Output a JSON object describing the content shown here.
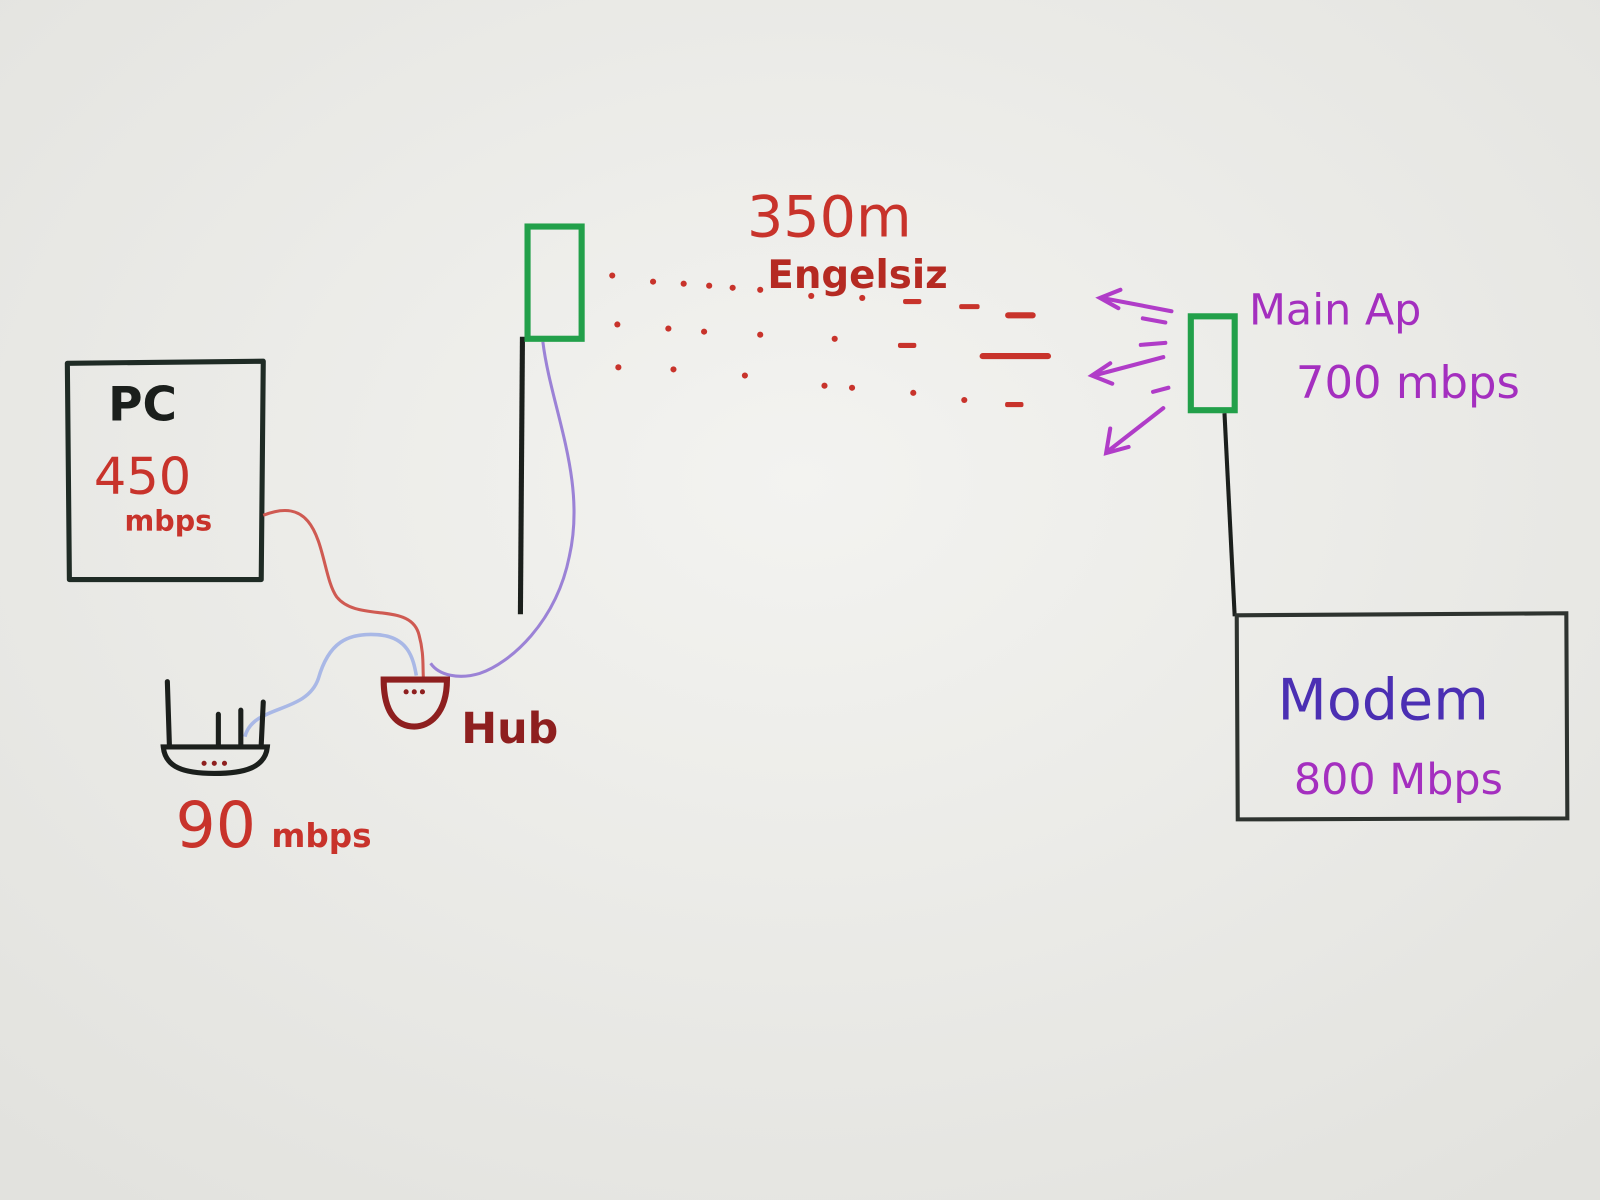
{
  "pc": {
    "label": "PC",
    "speed_value": "450",
    "speed_unit": "mbps"
  },
  "router": {
    "speed_value": "90",
    "speed_unit": "mbps"
  },
  "hub": {
    "label": "Hub"
  },
  "link": {
    "distance": "350m",
    "note": "Engelsiz"
  },
  "main_ap": {
    "label": "Main Ap",
    "speed": "700 mbps"
  },
  "modem": {
    "label": "Modem",
    "speed": "800 Mbps"
  },
  "colors": {
    "red_marker": "#c8332b",
    "dark_red_marker": "#8e1f1f",
    "green_marker": "#22a04a",
    "purple_marker": "#a42fbf",
    "blue_marker": "#4b2fb3",
    "black_marker": "#1b1f1c",
    "board": "#ecece8"
  }
}
